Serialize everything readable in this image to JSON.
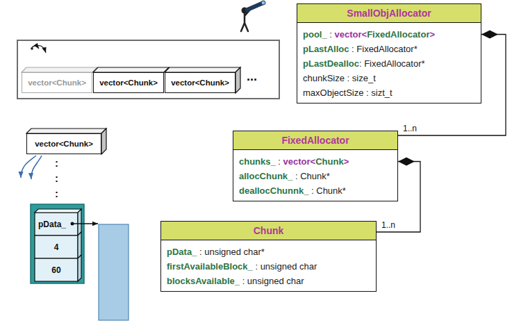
{
  "diagram": {
    "nodes": [
      {
        "text": [
          "vector<Chunk>"
        ]
      },
      {
        "text": [
          "vector<Chunk>"
        ]
      },
      {
        "text": [
          "vector<Chunk>"
        ]
      },
      {
        "text": [
          "SmallObjAllocator",
          "pool_ : vector<FixedAllocator>",
          "pLastAlloc : FixedAllocator*",
          "pLastDealloc: FixedAllocator*",
          "chunkSize : size_t",
          "maxObjectSize : sizt_t"
        ]
      },
      {
        "text": [
          "vector<Chunk>"
        ]
      },
      {
        "text": [
          "FixedAllocator",
          "chunks_ : vector<Chunk>",
          "allocChunk_ : Chunk*",
          "deallocChunnk_ : Chunk*"
        ]
      },
      {
        "text": [
          "Chunk",
          "pData_ : unsigned char*",
          "firstAvailableBlock_ : unsigned char",
          "blocksAvailable_ : unsigned char"
        ]
      },
      {
        "text": [
          "pData_"
        ]
      },
      {
        "text": [
          "4"
        ]
      },
      {
        "text": [
          "60"
        ]
      }
    ],
    "edges": [
      {
        "from": 5,
        "to": 3,
        "arrow": "to",
        "label": "1..n"
      },
      {
        "from": 6,
        "to": 5,
        "arrow": "to",
        "label": "1..n"
      }
    ],
    "labels": [
      "...",
      ":",
      ":",
      ":"
    ]
  }
}
